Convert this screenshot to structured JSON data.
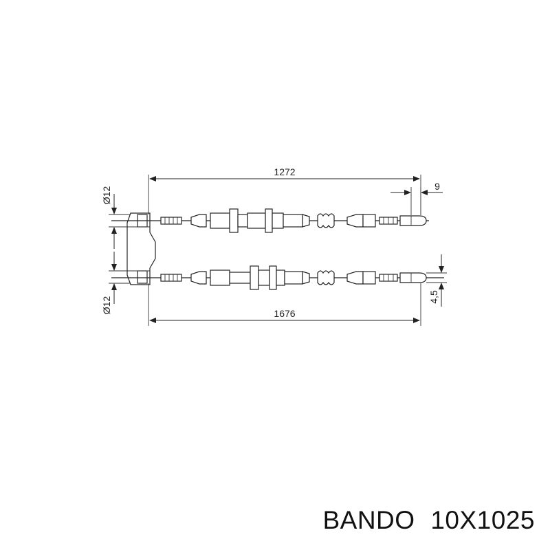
{
  "diagram": {
    "dimensions": {
      "length_upper": "1272",
      "length_lower": "1676",
      "diameter_upper": "Ø12",
      "diameter_lower": "Ø12",
      "end_offset": "9",
      "end_diameter": "4,5"
    }
  },
  "caption": {
    "brand": "BANDO",
    "part_number": "10X1025"
  }
}
